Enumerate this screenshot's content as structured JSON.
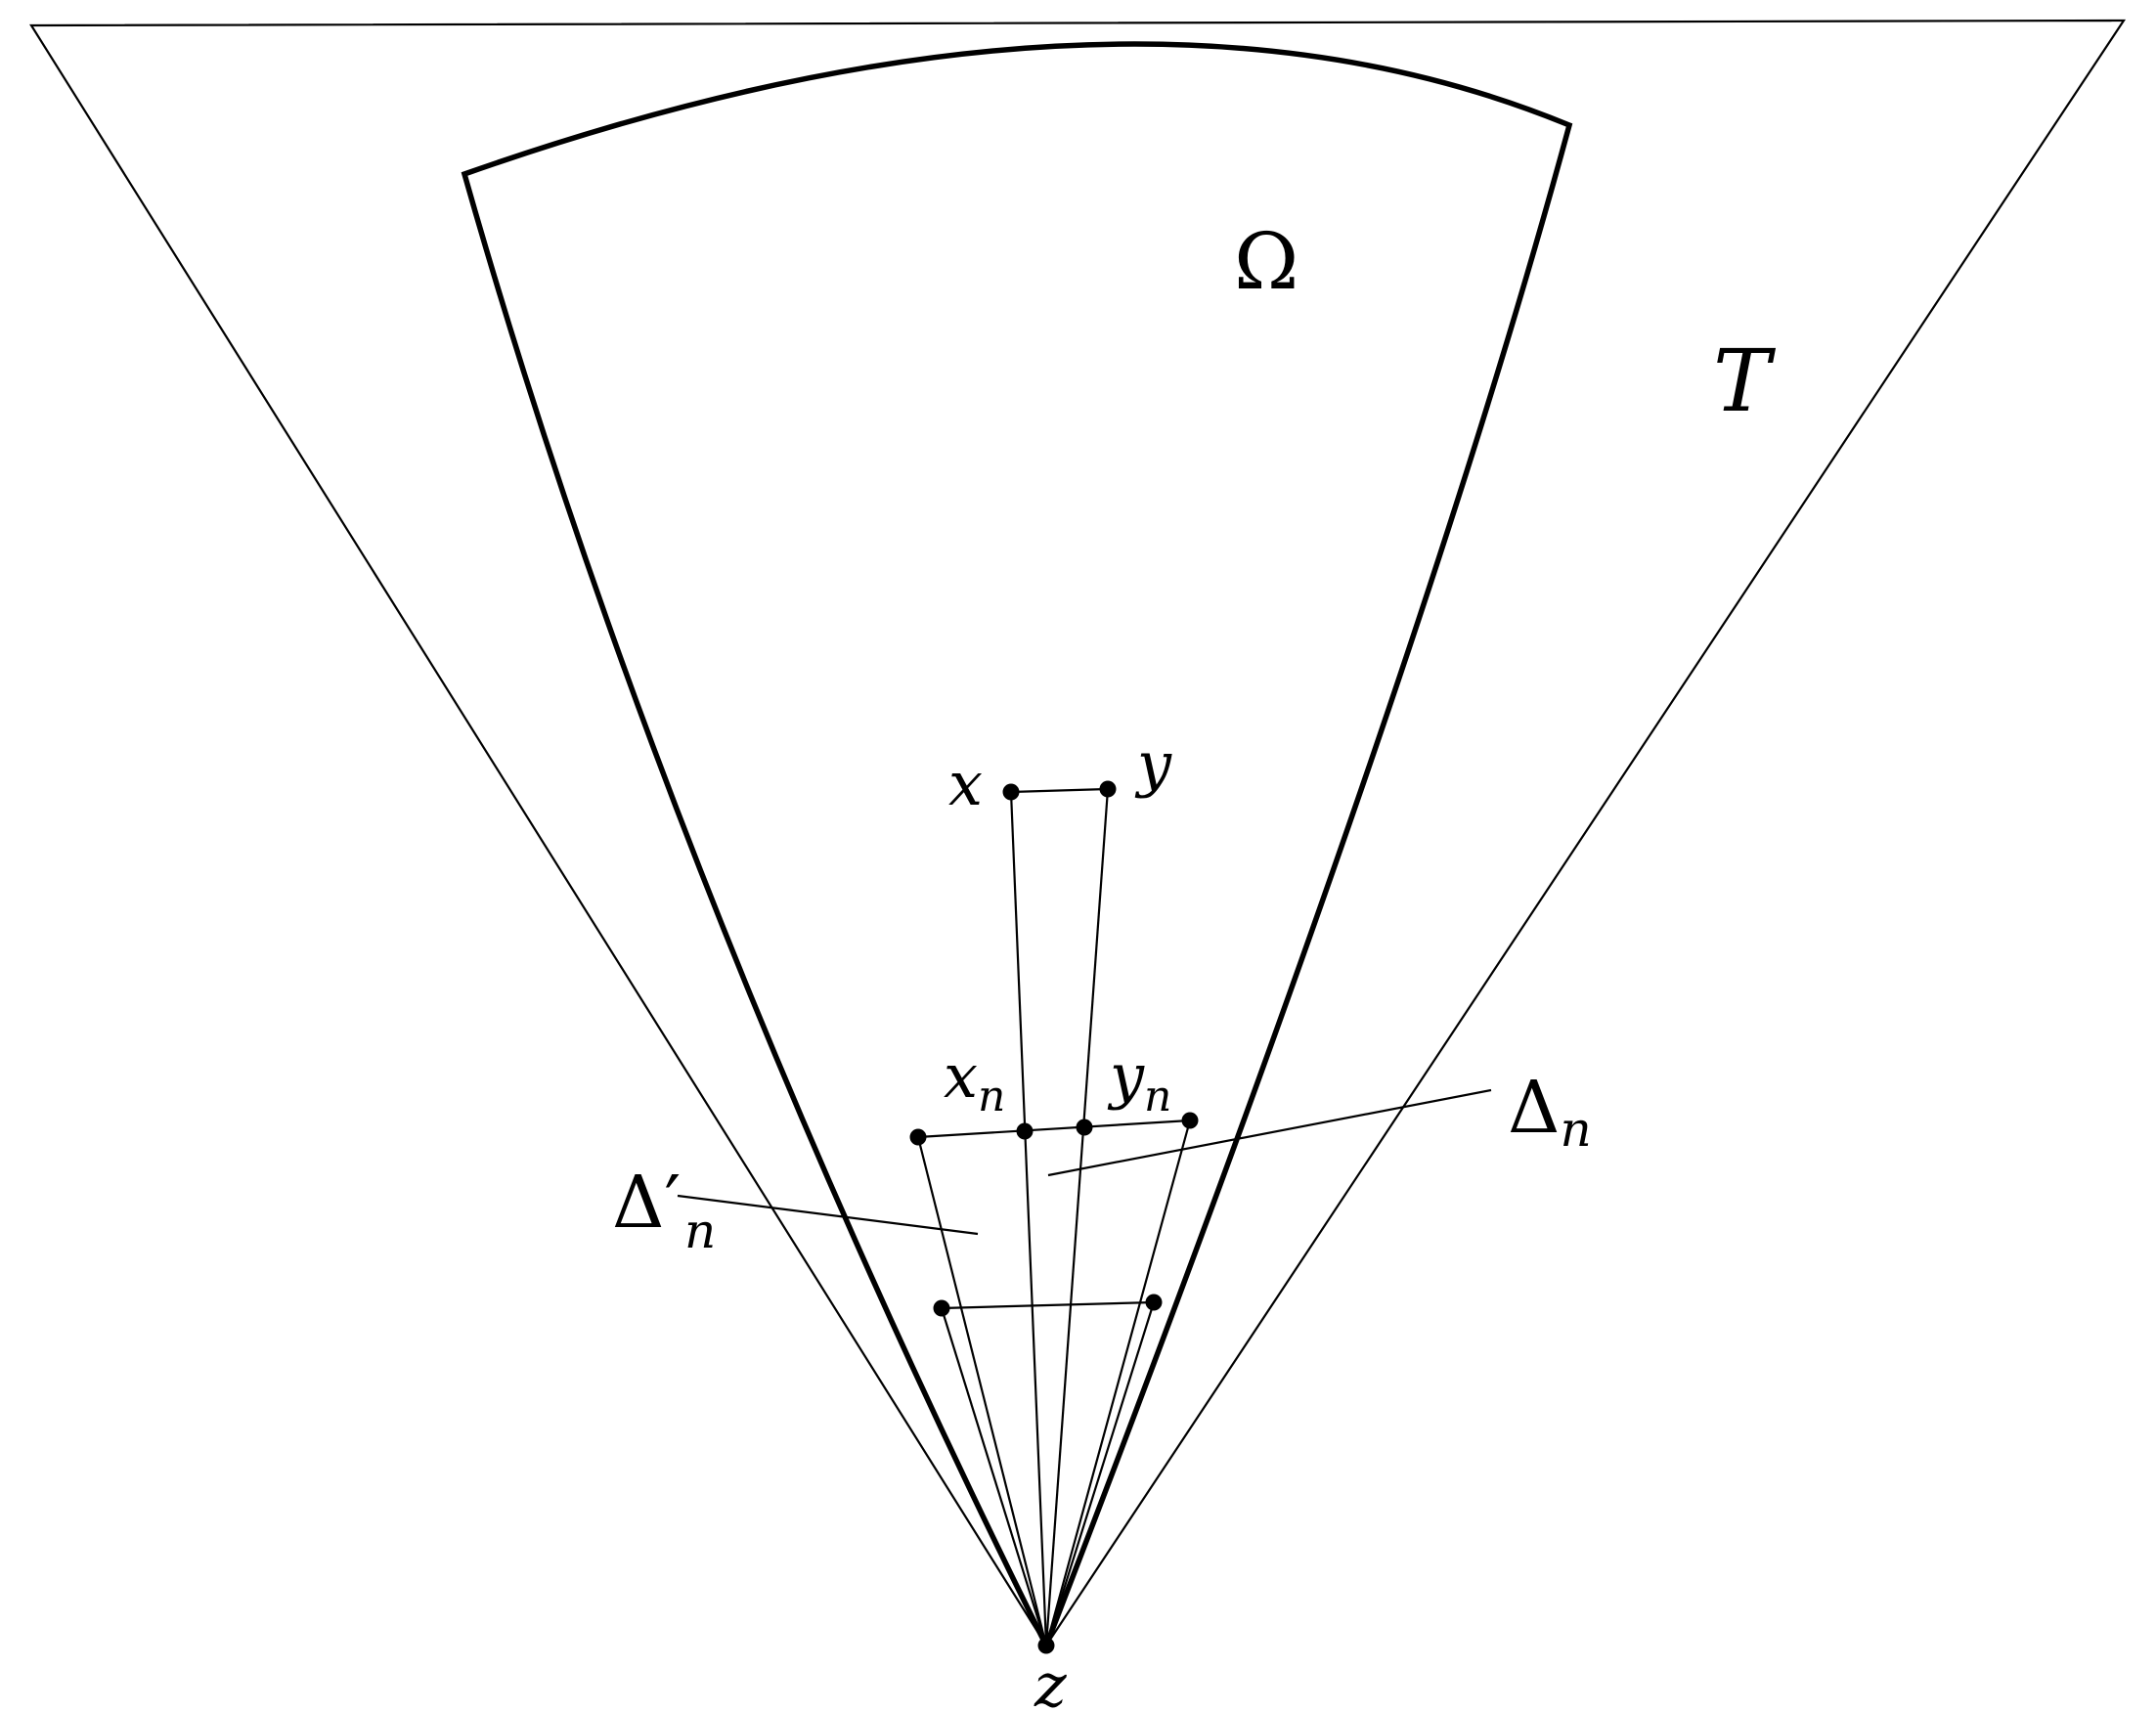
{
  "diagram": {
    "labels": {
      "omega": "Ω",
      "T": "T",
      "x": "x",
      "y": "y",
      "z": "z",
      "x_n": {
        "base": "x",
        "sub": "n"
      },
      "y_n": {
        "base": "y",
        "sub": "n"
      },
      "delta_n": {
        "base": "Δ",
        "sub": "n"
      },
      "delta_prime_n": {
        "base": "Δ′",
        "sub": "n"
      }
    },
    "colors": {
      "stroke": "#000000",
      "background": "#ffffff"
    }
  }
}
